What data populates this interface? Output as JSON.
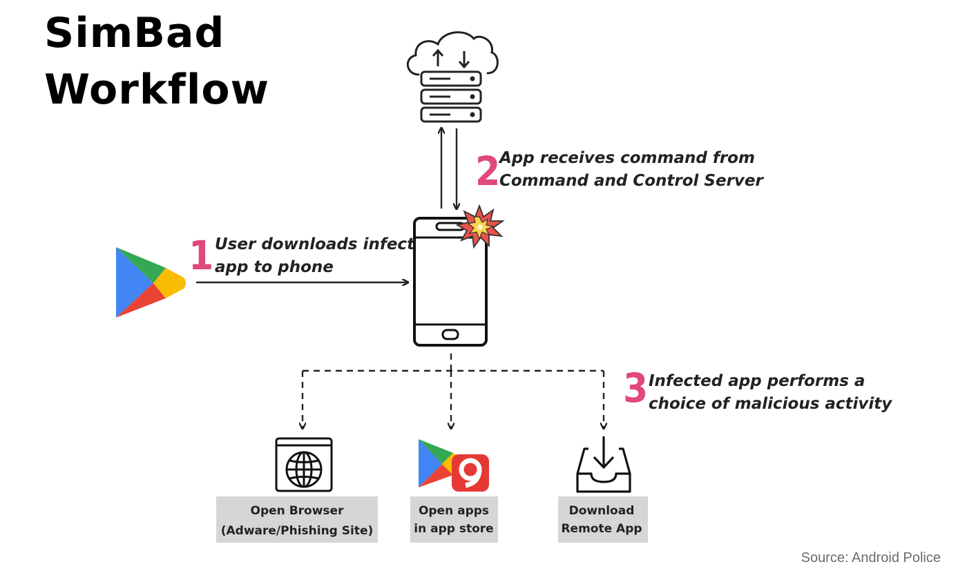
{
  "title": {
    "line1": "SimBad",
    "line2": "Workflow"
  },
  "steps": [
    {
      "number": "1",
      "line1": "User downloads infected",
      "line2": "app to phone"
    },
    {
      "number": "2",
      "line1": "App receives command from",
      "line2": "Command and Control Server"
    },
    {
      "number": "3",
      "line1": "Infected app performs a",
      "line2": "choice of malicious activity"
    }
  ],
  "outcomes": [
    {
      "line1": "Open Browser",
      "line2": "(Adware/Phishing Site)"
    },
    {
      "line1": "Open apps",
      "line2": "in app store"
    },
    {
      "line1": "Download",
      "line2": "Remote App"
    }
  ],
  "source": "Source: Android Police",
  "colors": {
    "step_number": "#e0497a",
    "box_fill": "#d6d6d6",
    "line": "#222222",
    "play_green": "#34a853",
    "play_blue": "#4285f4",
    "play_yellow": "#fbbc04",
    "play_red": "#ea4335",
    "store_badge": "#e53935",
    "burst": "#f5a623"
  },
  "icons": [
    "cloud-server-icon",
    "phone-icon",
    "google-play-icon",
    "explosion-icon",
    "browser-globe-icon",
    "app-store-icon",
    "download-tray-icon"
  ]
}
